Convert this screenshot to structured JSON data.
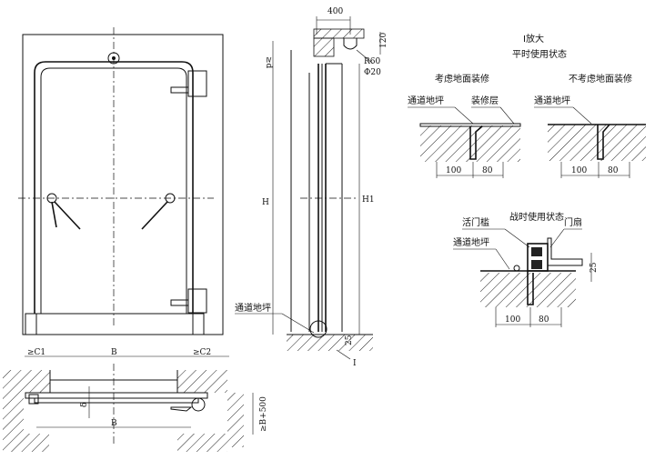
{
  "side_view": {
    "dim_top": "400",
    "dim_right": "120",
    "radius": "R60",
    "diameter": "Φ20",
    "dim_left_top": "≥d",
    "dim_height_left": "H",
    "dim_height_right": "H1",
    "dim_bottom": "25",
    "floor_label": "通道地坪",
    "detail_marker": "I"
  },
  "plan_view": {
    "c1": "≥C1",
    "c2": "≥C2",
    "width_top": "B",
    "width_bottom": "B",
    "thickness": "δ",
    "depth": "≥B+500"
  },
  "detail": {
    "title": "I放大",
    "normal_state": "平时使用状态",
    "with_finish": "考虑地面装修",
    "without_finish": "不考虑地面装修",
    "floor_label_1": "通道地坪",
    "finish_layer": "装修层",
    "floor_label_2": "通道地坪",
    "dims_1": [
      "100",
      "80"
    ],
    "dims_2": [
      "100",
      "80"
    ],
    "war_state": "战时使用状态",
    "movable_sill": "活门槛",
    "door_leaf": "门扇",
    "floor_label_3": "通道地坪",
    "dim_25": "25",
    "dims_3": [
      "100",
      "80"
    ]
  }
}
